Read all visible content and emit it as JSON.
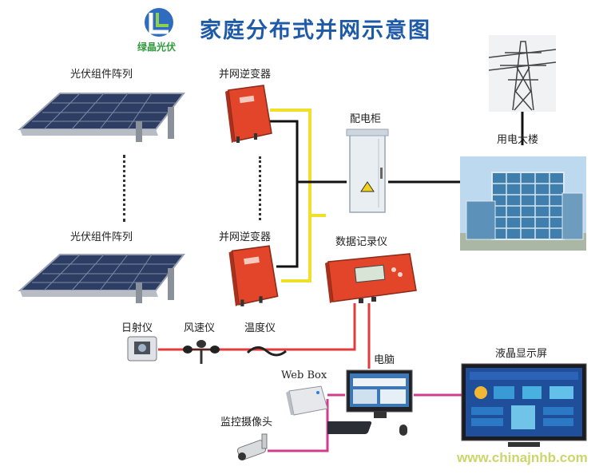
{
  "header": {
    "title": "家庭分布式并网示意图",
    "brand": "绿晶光伏",
    "logo_icon": "solar-brand-logo"
  },
  "labels": {
    "pv_array_top": "光伏组件阵列",
    "pv_array_bottom": "光伏组件阵列",
    "inverter_top": "并网逆变器",
    "inverter_bottom": "并网逆变器",
    "cabinet": "配电柜",
    "building": "用电大楼",
    "datalogger": "数据记录仪",
    "irradiance": "日射仪",
    "anemometer": "风速仪",
    "thermometer": "温度仪",
    "computer": "电脑",
    "webbox": "Web Box",
    "camera": "监控摄像头",
    "lcd": "液晶显示屏"
  },
  "watermark": "www.chinajnhb.com",
  "colors": {
    "title": "#1e5aa8",
    "inverter": "#e2452a",
    "dc_wire": "#f1e02a",
    "ac_wire": "#111111",
    "sensor_wire": "#e23b3b",
    "data_wire": "#d23c8c"
  }
}
